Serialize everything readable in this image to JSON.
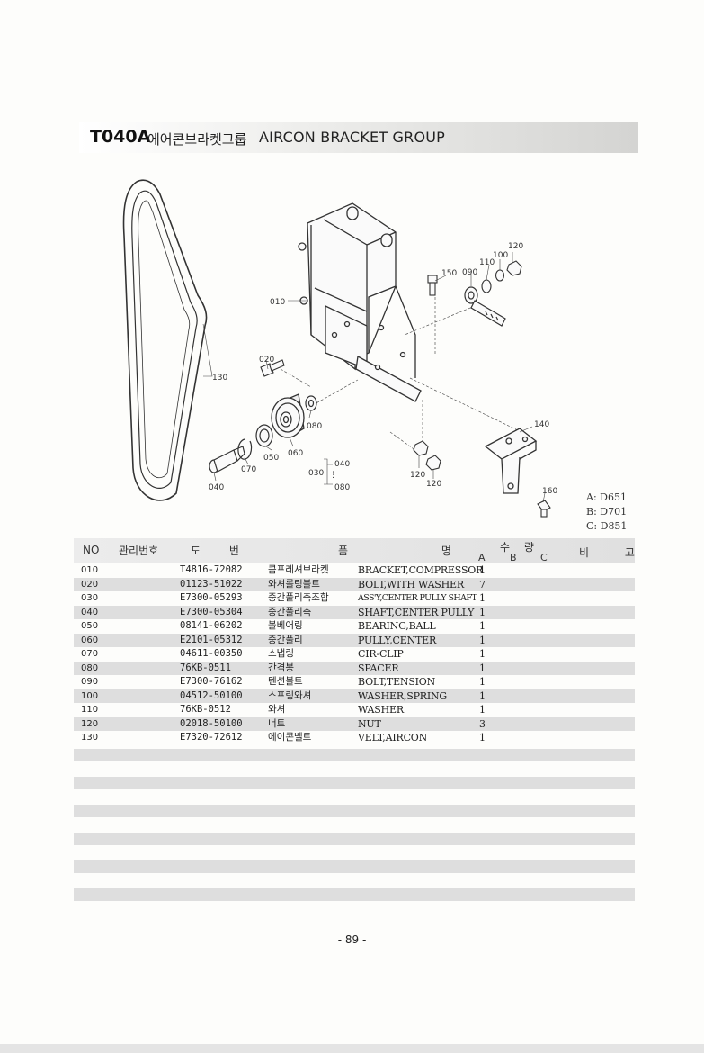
{
  "title": {
    "code": "T040A",
    "korean": "에어콘브라켓그룹",
    "english": "AIRCON BRACKET GROUP"
  },
  "callouts": {
    "c010": "010",
    "c020": "020",
    "c030": "030",
    "c040": "040",
    "c040b": "040",
    "c050": "050",
    "c060": "060",
    "c070": "070",
    "c080": "080",
    "c080b": "080",
    "c090": "090",
    "c100": "100",
    "c110": "110",
    "c120a": "120",
    "c120b": "120",
    "c120c": "120",
    "c130": "130",
    "c140": "140",
    "c150": "150",
    "c160": "160"
  },
  "variants": [
    "A: D651",
    "B: D701",
    "C: D851"
  ],
  "table": {
    "headers": {
      "no": "NO",
      "mgmt": "관리번호",
      "drawing": "도 번",
      "name": "품 명",
      "qty": "수 량",
      "a": "A",
      "b": "B",
      "c": "C",
      "remark": "비 고"
    },
    "rows": [
      {
        "no": "010",
        "part": "T4816-72082",
        "kr": "콤프레셔브라켓",
        "en": "BRACKET,COMPRESSOR",
        "a": "1"
      },
      {
        "no": "020",
        "part": "01123-51022",
        "kr": "와셔롤링볼트",
        "en": "BOLT,WITH WASHER",
        "a": "7"
      },
      {
        "no": "030",
        "part": "E7300-05293",
        "kr": "중간풀리축조합",
        "en": "ASS'Y,CENTER PULLY SHAFT",
        "a": "1"
      },
      {
        "no": "040",
        "part": "E7300-05304",
        "kr": "중간풀리축",
        "en": "SHAFT,CENTER PULLY",
        "a": "1"
      },
      {
        "no": "050",
        "part": "08141-06202",
        "kr": "볼베어링",
        "en": "BEARING,BALL",
        "a": "1"
      },
      {
        "no": "060",
        "part": "E2101-05312",
        "kr": "중간풀리",
        "en": "PULLY,CENTER",
        "a": "1"
      },
      {
        "no": "070",
        "part": "04611-00350",
        "kr": "스냅링",
        "en": "CIR-CLIP",
        "a": "1"
      },
      {
        "no": "080",
        "part": "76KB-0511",
        "kr": "간격봉",
        "en": "SPACER",
        "a": "1"
      },
      {
        "no": "090",
        "part": "E7300-76162",
        "kr": "텐션볼트",
        "en": "BOLT,TENSION",
        "a": "1"
      },
      {
        "no": "100",
        "part": "04512-50100",
        "kr": "스프링와셔",
        "en": "WASHER,SPRING",
        "a": "1"
      },
      {
        "no": "110",
        "part": "76KB-0512",
        "kr": "와셔",
        "en": "WASHER",
        "a": "1"
      },
      {
        "no": "120",
        "part": "02018-50100",
        "kr": "너트",
        "en": "NUT",
        "a": "3"
      },
      {
        "no": "130",
        "part": "E7320-72612",
        "kr": "에이콘벨트",
        "en": "VELT,AIRCON",
        "a": "1"
      }
    ]
  },
  "page_number": "- 89 -"
}
